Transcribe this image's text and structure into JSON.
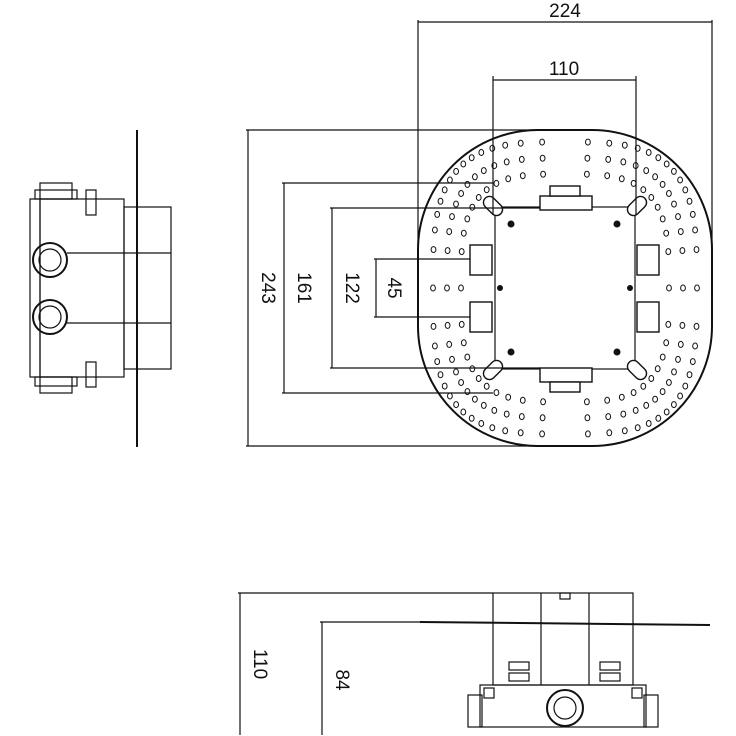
{
  "dimensions": {
    "top_width": "224",
    "inner_width": "110",
    "outer_height": "243",
    "height_161": "161",
    "height_122": "122",
    "height_45": "45",
    "bottom_height": "110",
    "bottom_inner": "84"
  },
  "colors": {
    "line": "#111111",
    "background": "#ffffff"
  }
}
